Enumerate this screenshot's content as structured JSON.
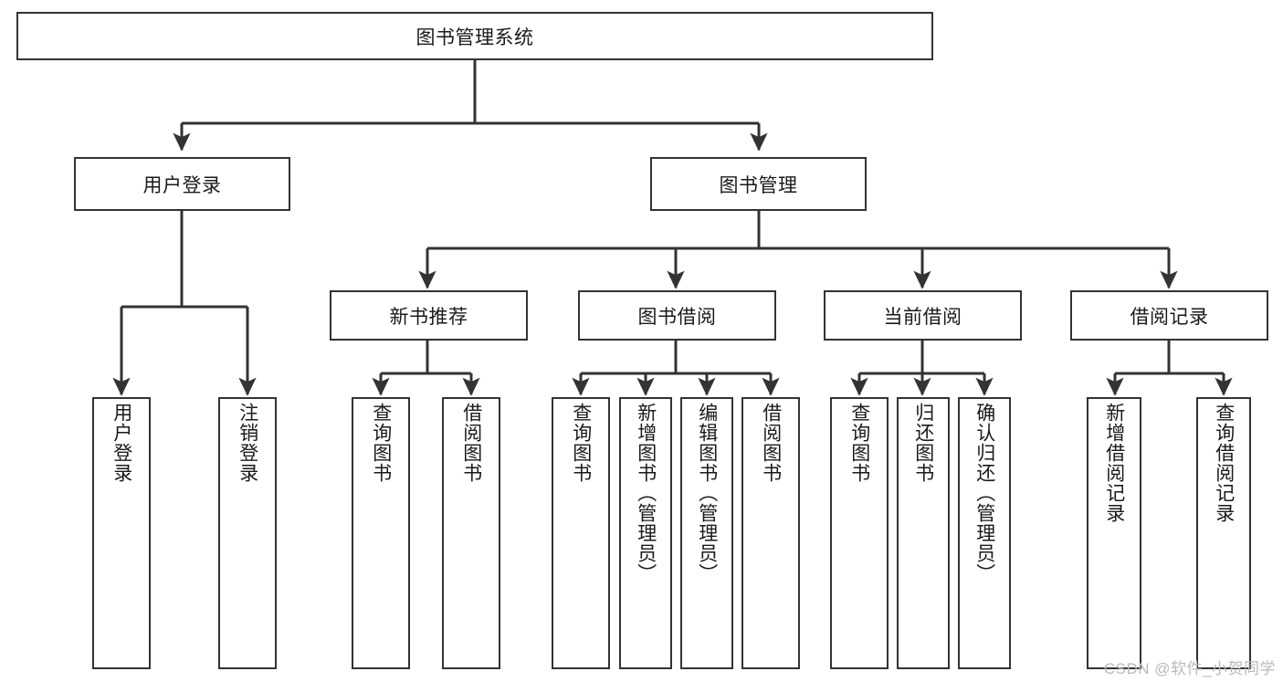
{
  "diagram": {
    "type": "tree",
    "title": "图书管理系统",
    "orientation": "top-down",
    "colors": {
      "box_border": "#333333",
      "box_fill": "#ffffff",
      "edge": "#333333",
      "text": "#1a1a1a",
      "watermark": "#b9b9b9",
      "background": "#ffffff"
    },
    "watermark": "CSDN @软件_小贺同学",
    "nodes": {
      "root": {
        "label": "图书管理系统"
      },
      "level1": [
        {
          "id": "user-login",
          "label": "用户登录"
        },
        {
          "id": "book-manage",
          "label": "图书管理"
        }
      ],
      "level2": [
        {
          "id": "new-book-recommend",
          "label": "新书推荐",
          "parent": "book-manage"
        },
        {
          "id": "book-borrow",
          "label": "图书借阅",
          "parent": "book-manage"
        },
        {
          "id": "current-borrow",
          "label": "当前借阅",
          "parent": "book-manage"
        },
        {
          "id": "borrow-record",
          "label": "借阅记录",
          "parent": "book-manage"
        }
      ],
      "leaves": [
        {
          "id": "leaf-user-login",
          "label": "用户登录",
          "parent": "user-login"
        },
        {
          "id": "leaf-logout-login",
          "label": "注销登录",
          "parent": "user-login"
        },
        {
          "id": "leaf-query-book-1",
          "label": "查询图书",
          "parent": "new-book-recommend"
        },
        {
          "id": "leaf-borrow-book-1",
          "label": "借阅图书",
          "parent": "new-book-recommend"
        },
        {
          "id": "leaf-query-book-2",
          "label": "查询图书",
          "parent": "book-borrow"
        },
        {
          "id": "leaf-add-book",
          "label": "新增图书（管理员）",
          "parent": "book-borrow"
        },
        {
          "id": "leaf-edit-book",
          "label": "编辑图书（管理员）",
          "parent": "book-borrow"
        },
        {
          "id": "leaf-borrow-book-2",
          "label": "借阅图书",
          "parent": "book-borrow"
        },
        {
          "id": "leaf-query-book-3",
          "label": "查询图书",
          "parent": "current-borrow"
        },
        {
          "id": "leaf-return-book",
          "label": "归还图书",
          "parent": "current-borrow"
        },
        {
          "id": "leaf-confirm-return",
          "label": "确认归还（管理员）",
          "parent": "current-borrow"
        },
        {
          "id": "leaf-add-record",
          "label": "新增借阅记录",
          "parent": "borrow-record"
        },
        {
          "id": "leaf-query-record",
          "label": "查询借阅记录",
          "parent": "borrow-record"
        }
      ]
    }
  }
}
